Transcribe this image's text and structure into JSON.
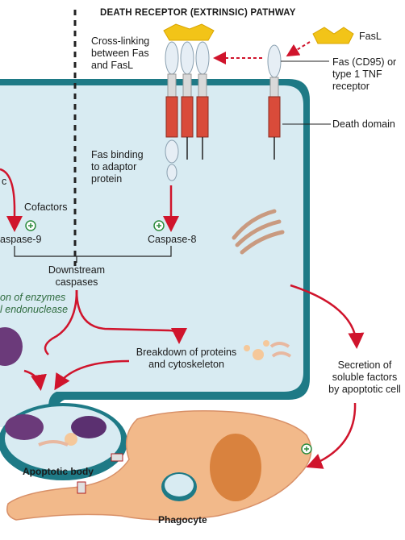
{
  "title": "DEATH RECEPTOR (EXTRINSIC) PATHWAY",
  "labels": {
    "cross_linking": [
      "Cross-linking",
      "between Fas",
      "and FasL"
    ],
    "fasl": "FasL",
    "fas_receptor": [
      "Fas (CD95) or",
      "type 1 TNF",
      "receptor"
    ],
    "death_domain": "Death domain",
    "fas_binding": [
      "Fas binding",
      "to adaptor",
      "protein"
    ],
    "c_fragment": "c",
    "cofactors": "Cofactors",
    "caspase9": "aspase-9",
    "caspase8": "Caspase-8",
    "downstream": [
      "Downstream",
      "caspases"
    ],
    "enzymes": [
      "on of enzymes",
      "l endonuclease"
    ],
    "breakdown": [
      "Breakdown of proteins",
      "and cytoskeleton"
    ],
    "secretion": [
      "Secretion of",
      "soluble factors",
      "by apoptotic cell"
    ],
    "apoptotic_body": "Apoptotic body",
    "phagocyte": "Phagocyte",
    "plus": "+"
  },
  "colors": {
    "cell_fill": "#d8ebf2",
    "membrane": "#1e7a86",
    "arrow_red": "#d0142c",
    "receptor_red": "#d94b3a",
    "ligand_yellow": "#f2c418",
    "phagocyte": "#f2b98a",
    "mito": "#6b3a7a"
  }
}
